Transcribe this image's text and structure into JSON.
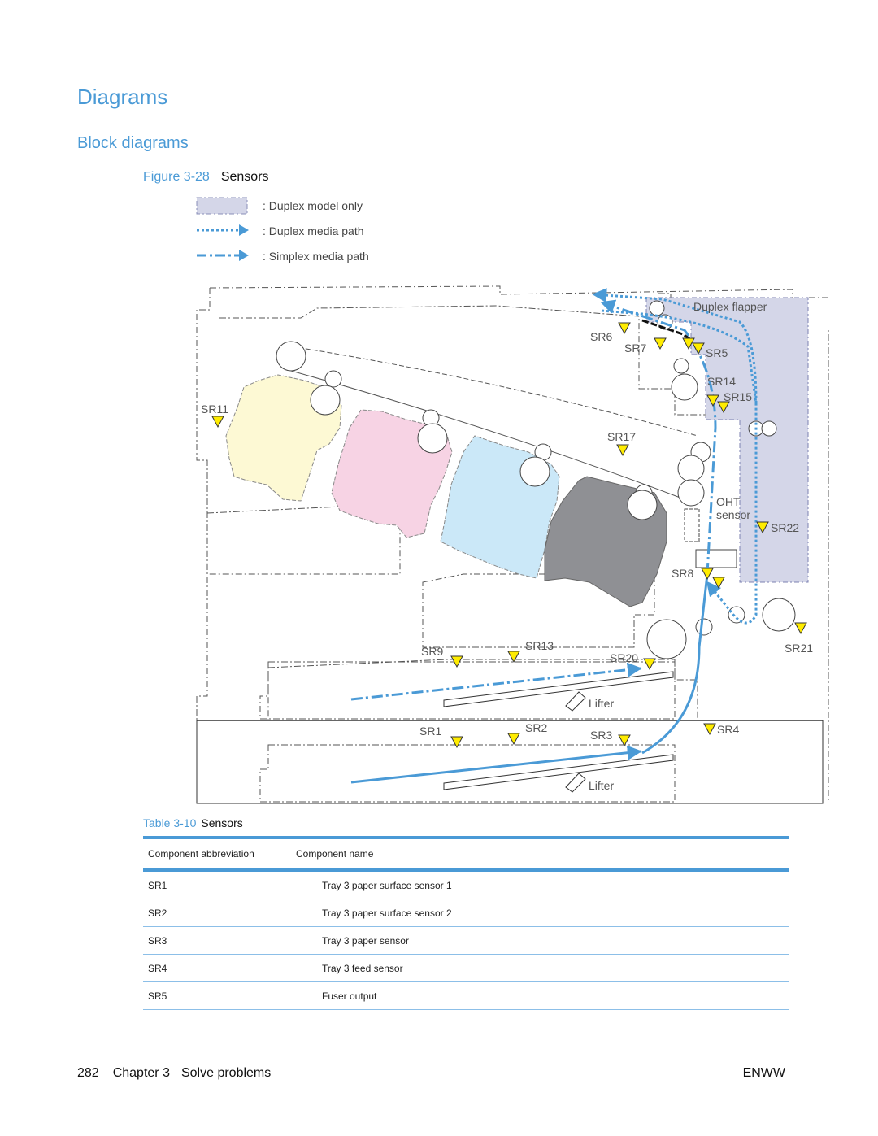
{
  "page": {
    "heading": "Diagrams",
    "subheading": "Block diagrams"
  },
  "figure": {
    "number": "Figure 3-28",
    "title": "Sensors",
    "legend": {
      "duplex_model": ": Duplex model only",
      "duplex_path": ": Duplex media path",
      "simplex_path": ": Simplex media path"
    },
    "labels": {
      "duplex_flapper": "Duplex flapper",
      "oht_line1": "OHT",
      "oht_line2": "sensor",
      "lifter_upper": "Lifter",
      "lifter_lower": "Lifter"
    },
    "sensors": [
      "SR1",
      "SR2",
      "SR3",
      "SR4",
      "SR5",
      "SR6",
      "SR7",
      "SR8",
      "SR9",
      "SR11",
      "SR13",
      "SR14",
      "SR15",
      "SR17",
      "SR20",
      "SR21",
      "SR22"
    ],
    "colors": {
      "accent": "#4a9ad6",
      "duplex_area": "#d4d6e8",
      "sensor_marker": "#ffec00",
      "yellow_cartridge": "#fdf9d4",
      "magenta_cartridge": "#f7d3e4",
      "cyan_cartridge": "#cbe8f8",
      "black_cartridge": "#8f9094"
    }
  },
  "table": {
    "number": "Table 3-10",
    "title": "Sensors",
    "headers": [
      "Component abbreviation",
      "Component name"
    ],
    "rows": [
      [
        "SR1",
        "Tray 3 paper surface sensor 1"
      ],
      [
        "SR2",
        "Tray 3 paper surface sensor 2"
      ],
      [
        "SR3",
        "Tray 3 paper sensor"
      ],
      [
        "SR4",
        "Tray 3 feed sensor"
      ],
      [
        "SR5",
        "Fuser output"
      ]
    ]
  },
  "footer": {
    "page_number": "282",
    "chapter": "Chapter 3",
    "section": "Solve problems",
    "right": "ENWW"
  }
}
